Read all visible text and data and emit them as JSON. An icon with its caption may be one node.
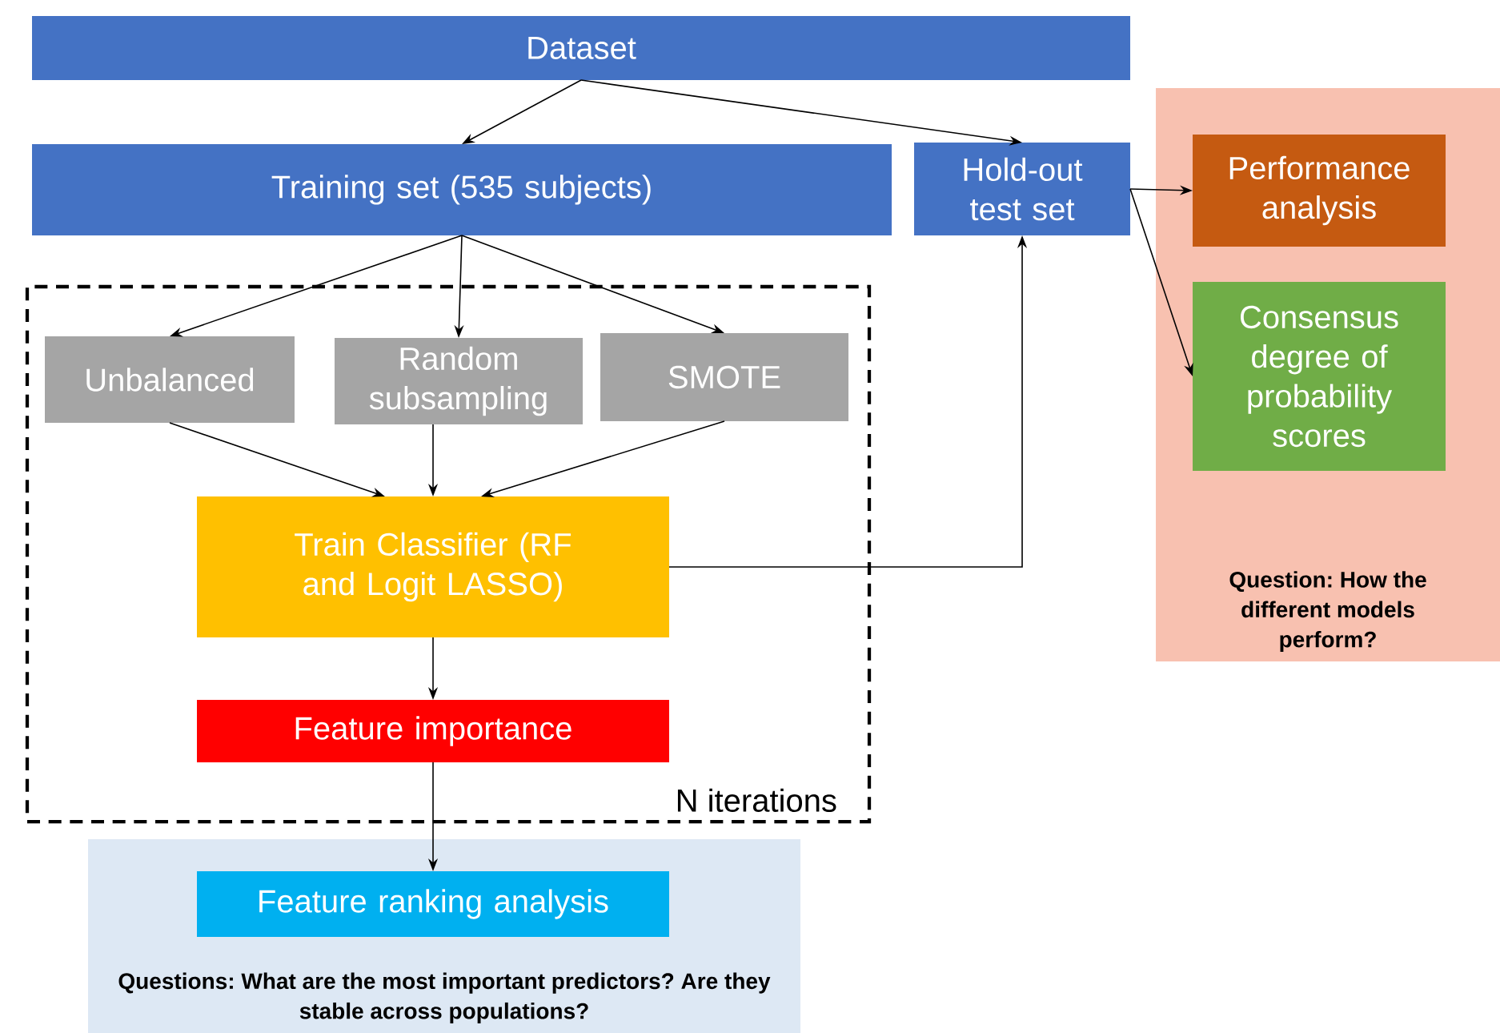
{
  "diagram": {
    "nodes": [
      {
        "text": [
          "Dataset"
        ]
      },
      {
        "text": [
          "Training set (535 subjects)"
        ]
      },
      {
        "text": [
          "Hold-out test set"
        ]
      },
      {
        "text": [
          "Question: How the different models perform?"
        ]
      },
      {
        "text": [
          "Performance analysis"
        ],
        "in": 3
      },
      {
        "text": [
          "Consensus degree of probability scores"
        ],
        "in": 3
      },
      {
        "text": [
          "N iterations"
        ]
      },
      {
        "text": [
          "Unbalanced"
        ],
        "in": 6
      },
      {
        "text": [
          "Random subsampling"
        ],
        "in": 6
      },
      {
        "text": [
          "SMOTE"
        ],
        "in": 6
      },
      {
        "text": [
          "Train Classifier (RF and Logit LASSO)"
        ],
        "in": 6
      },
      {
        "text": [
          "Feature importance"
        ],
        "in": 6
      },
      {
        "text": [
          "Questions: What are the most important predictors? Are they stable across populations?"
        ]
      },
      {
        "text": [
          "Feature ranking analysis"
        ],
        "in": 12
      }
    ],
    "edges": [
      {
        "from": 0,
        "to": 1,
        "arrow": "to"
      },
      {
        "from": 0,
        "to": 2,
        "arrow": "to"
      },
      {
        "from": 2,
        "to": 4,
        "arrow": "to"
      },
      {
        "from": 2,
        "to": 5,
        "arrow": "to"
      },
      {
        "from": 1,
        "to": 7,
        "arrow": "to"
      },
      {
        "from": 1,
        "to": 8,
        "arrow": "to"
      },
      {
        "from": 1,
        "to": 9,
        "arrow": "to"
      },
      {
        "from": 7,
        "to": 10,
        "arrow": "to"
      },
      {
        "from": 8,
        "to": 10,
        "arrow": "to"
      },
      {
        "from": 9,
        "to": 10,
        "arrow": "to"
      },
      {
        "from": 10,
        "to": 2,
        "arrow": "to"
      },
      {
        "from": 10,
        "to": 11,
        "arrow": "to"
      },
      {
        "from": 11,
        "to": 13,
        "arrow": "to"
      }
    ]
  }
}
